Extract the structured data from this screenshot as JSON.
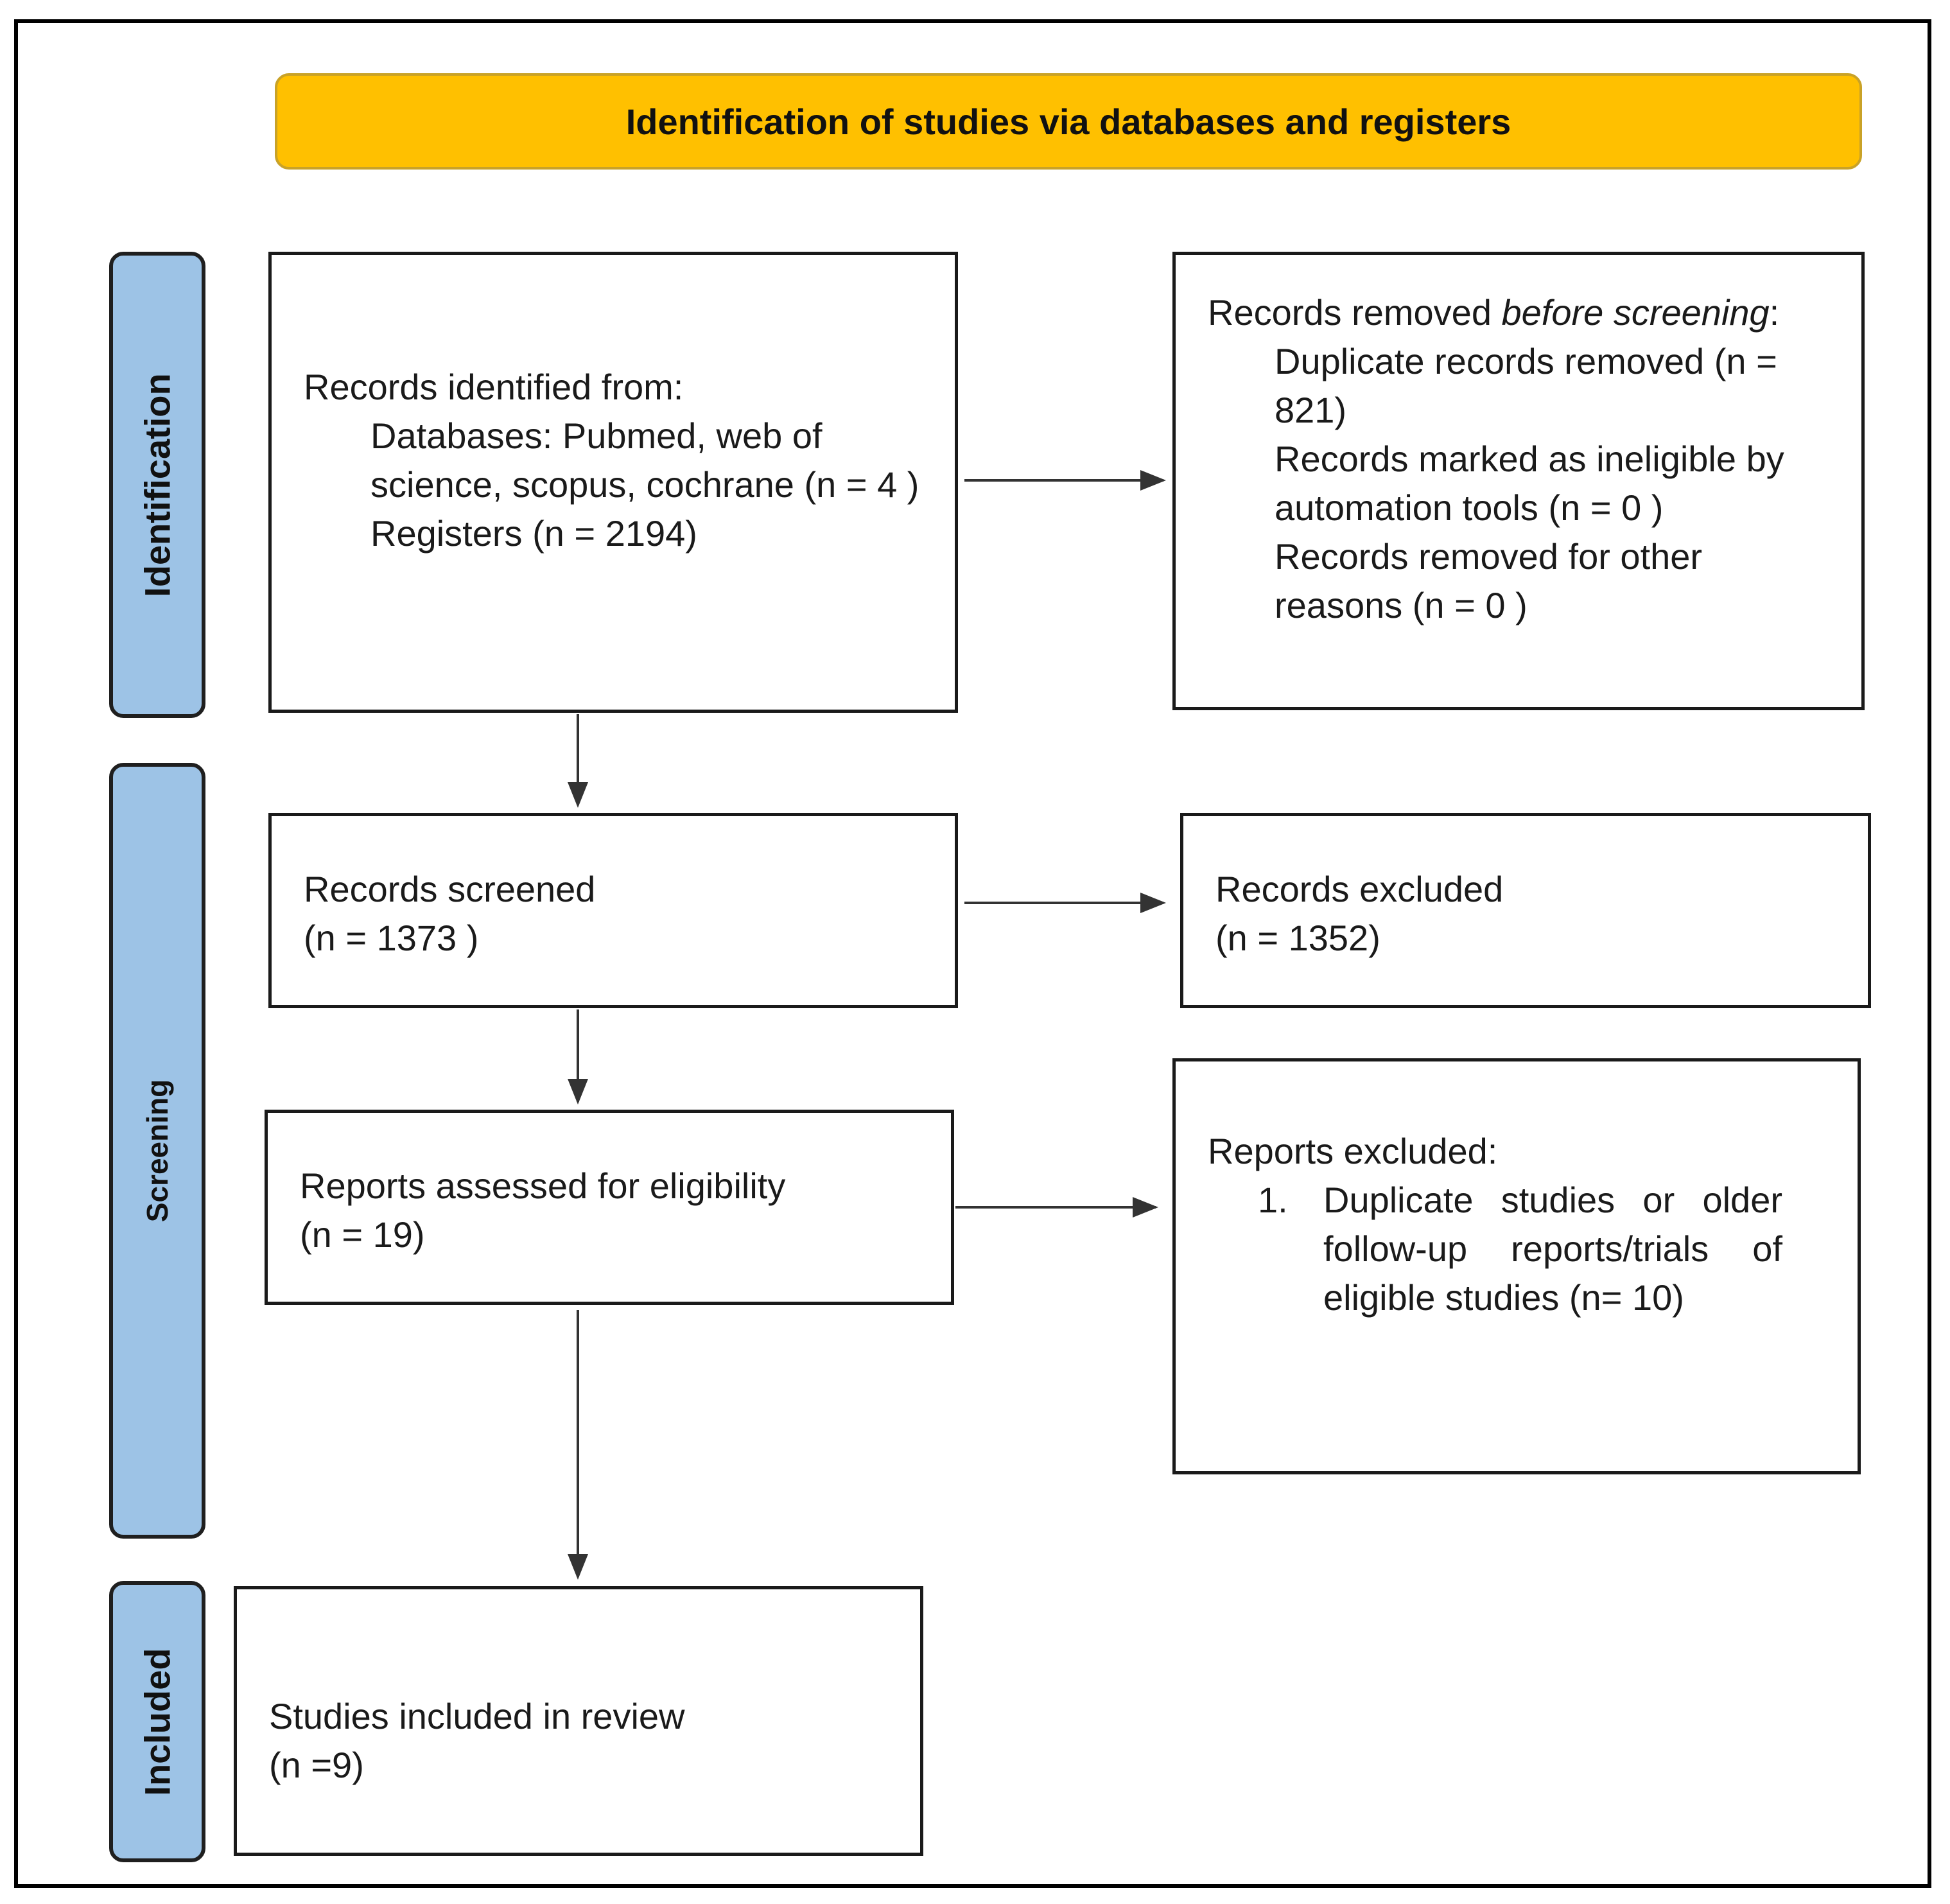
{
  "header": {
    "title": "Identification of studies via databases and registers"
  },
  "phases": {
    "identification": "Identification",
    "screening": "Screening",
    "included": "Included"
  },
  "records_identified": {
    "heading": "Records identified from:",
    "databases": "Databases: Pubmed, web of science, scopus, cochrane (n = 4 )",
    "registers": "Registers (n = 2194)"
  },
  "records_removed": {
    "heading_prefix": "Records removed ",
    "heading_italic": "before screening",
    "heading_suffix": ":",
    "duplicates": "Duplicate records removed  (n = 821)",
    "automation": "Records marked as ineligible by automation tools (n = 0 )",
    "other": "Records removed for other reasons (n = 0 )"
  },
  "records_screened": {
    "label": "Records screened",
    "count": "(n = 1373 )"
  },
  "records_excluded": {
    "label": "Records excluded",
    "count": "(n = 1352)"
  },
  "reports_assessed": {
    "label": "Reports assessed for eligibility",
    "count": "(n = 19)"
  },
  "reports_excluded": {
    "heading": "Reports excluded:",
    "items": [
      {
        "number": "1.",
        "text": "Duplicate studies or older follow-up reports/trials of eligible studies (n= 10)"
      }
    ]
  },
  "studies_included": {
    "label": "Studies included in review",
    "count": "(n =9)"
  }
}
